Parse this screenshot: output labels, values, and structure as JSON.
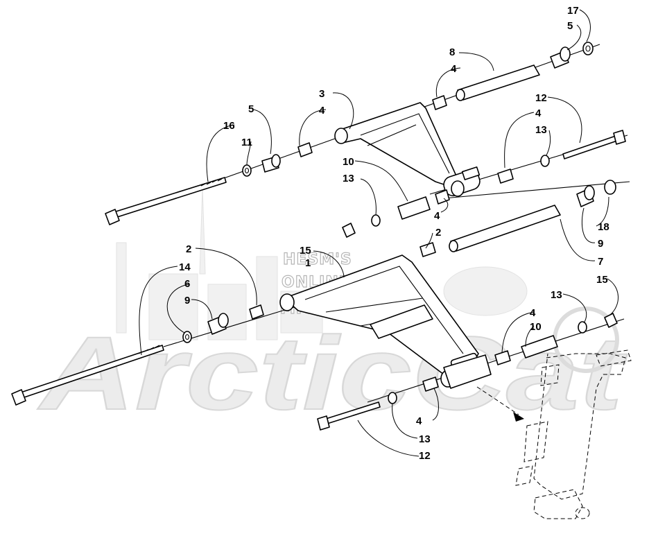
{
  "watermark": {
    "brand": "ArcticCat",
    "line1": "HESM'S",
    "line2": "ONLINE",
    "line3": "MICROFICHE"
  },
  "callouts": {
    "c17": "17",
    "c5_top": "5",
    "c8": "8",
    "c4_a": "4",
    "c3": "3",
    "c4_b": "4",
    "c5_left": "5",
    "c16": "16",
    "c11": "11",
    "c12_top": "12",
    "c4_c": "4",
    "c13_a": "13",
    "c10_a": "10",
    "c13_b": "13",
    "c4_d": "4",
    "c2_a": "2",
    "c15_a": "15",
    "c1": "1",
    "c18": "18",
    "c9_a": "9",
    "c7": "7",
    "c2_b": "2",
    "c14": "14",
    "c6": "6",
    "c9_b": "9",
    "c15_b": "15",
    "c13_c": "13",
    "c4_e": "4",
    "c10_b": "10",
    "c4_f": "4",
    "c13_d": "13",
    "c12_bottom": "12"
  }
}
